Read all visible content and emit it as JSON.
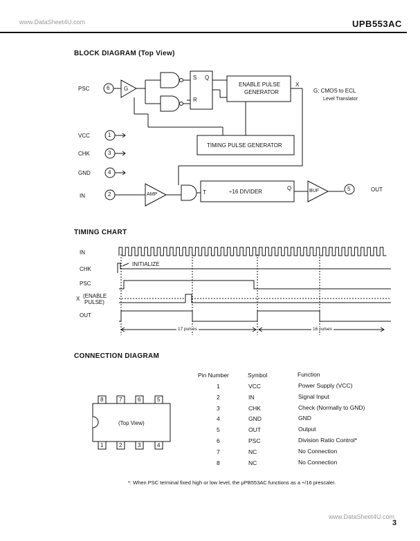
{
  "header": {
    "watermark_top": "www.DataSheet4U.com",
    "part_number": "UPB553AC",
    "watermark_bottom": "www.DataSheet4U.com",
    "page_number": "3"
  },
  "block_diagram": {
    "title": "BLOCK DIAGRAM  (Top View)",
    "pins": {
      "psc_label": "PSC",
      "psc_num": "6",
      "vcc_label": "VCC",
      "vcc_num": "1",
      "chk_label": "CHK",
      "chk_num": "3",
      "gnd_label": "GND",
      "gnd_num": "4",
      "in_label": "IN",
      "in_num": "2",
      "out_label": "OUT",
      "out_num": "5"
    },
    "blocks": {
      "g": "G",
      "ff_s": "S",
      "ff_q": "Q",
      "ff_r": "R",
      "enable_line1": "ENABLE PULSE",
      "enable_line2": "GENERATOR",
      "x_label": "X",
      "timing_gen": "TIMING PULSE GENERATOR",
      "amp": "AMP",
      "divider": "÷16 DIVIDER",
      "div_t": "T",
      "div_q": "Q",
      "buf": "BUF"
    },
    "note_line1": "G: CMOS to ECL",
    "note_line2": "Level Translator"
  },
  "timing_chart": {
    "title": "TIMING CHART",
    "signals": {
      "in": "IN",
      "chk": "CHK",
      "psc": "PSC",
      "x_prefix": "X",
      "x_line1": "(ENABLE",
      "x_line2": "PULSE)",
      "out": "OUT"
    },
    "initialize": "INITIALIZE",
    "interval1": "17 pulses",
    "interval2": "16 pulses"
  },
  "connection": {
    "title": "CONNECTION DIAGRAM",
    "package_label": "(Top View)",
    "top_pins": [
      "8",
      "7",
      "6",
      "5"
    ],
    "bottom_pins": [
      "1",
      "2",
      "3",
      "4"
    ],
    "headers": {
      "pin": "Pin Number",
      "symbol": "Symbol",
      "function": "Function"
    },
    "rows": [
      {
        "pin": "1",
        "symbol": "VCC",
        "function": "Power Supply (VCC)"
      },
      {
        "pin": "2",
        "symbol": "IN",
        "function": "Signal Input"
      },
      {
        "pin": "3",
        "symbol": "CHK",
        "function": "Check (Normally to GND)"
      },
      {
        "pin": "4",
        "symbol": "GND",
        "function": "GND"
      },
      {
        "pin": "5",
        "symbol": "OUT",
        "function": "Output"
      },
      {
        "pin": "6",
        "symbol": "PSC",
        "function": "Division Ratio Control*"
      },
      {
        "pin": "7",
        "symbol": "NC",
        "function": "No Connection"
      },
      {
        "pin": "8",
        "symbol": "NC",
        "function": "No Connection"
      }
    ],
    "footnote": "*: When PSC terminal fixed high or low level, the μPB553AC functions as a ÷/16 prescaler."
  }
}
